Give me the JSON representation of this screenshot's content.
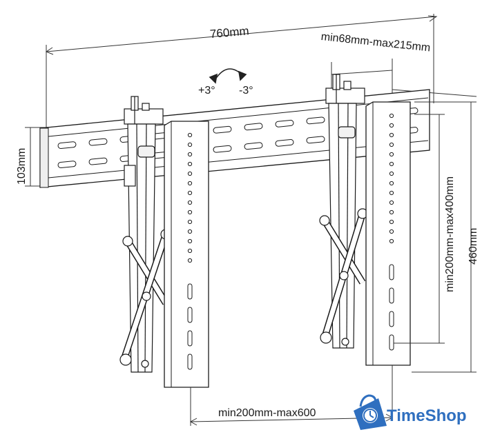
{
  "dimensions": {
    "rail_width": "760mm",
    "bracket_adjust": "min68mm-max215mm",
    "rail_height": "103mm",
    "overall_height": "460mm",
    "vertical_spacing": "min200mm-max400mm",
    "horizontal_spacing": "min200mm-max600"
  },
  "tilt": {
    "plus": "+3°",
    "minus": "-3°"
  },
  "logo": {
    "brand": "TimeShop",
    "icon": "shopping-bag-clock-icon",
    "color": "#2f6fbf"
  },
  "colors": {
    "line": "#1a1a1a",
    "metal": "#ffffff",
    "shade": "#e8e8e8"
  }
}
